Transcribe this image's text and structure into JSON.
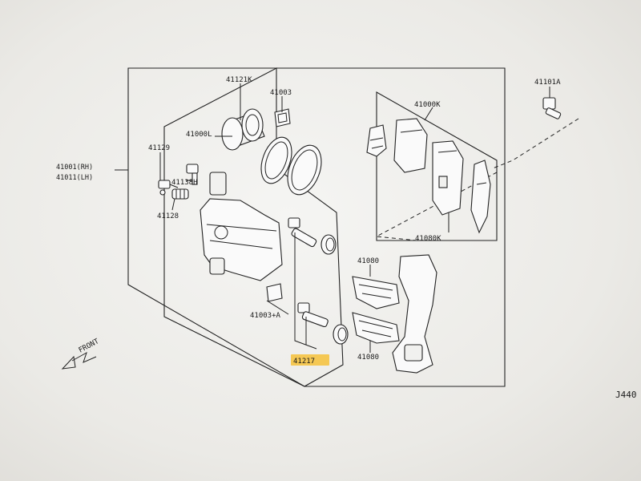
{
  "labels": {
    "p41121K": "41121K",
    "p41003": "41003",
    "p41000L": "41000L",
    "p41129": "41129",
    "p41001": "41001(RH)",
    "p41011": "41011(LH)",
    "p41138H": "41138H",
    "p41128": "41128",
    "p41000K": "41000K",
    "p41101A": "41101A",
    "p41080K": "41080K",
    "p41080_top": "41080",
    "p41003A": "41003+A",
    "p41217": "41217",
    "p41080_bot": "41080",
    "front": "FRONT",
    "code": "J440"
  },
  "colors": {
    "highlight": "#f6c13a",
    "line": "#222222"
  }
}
